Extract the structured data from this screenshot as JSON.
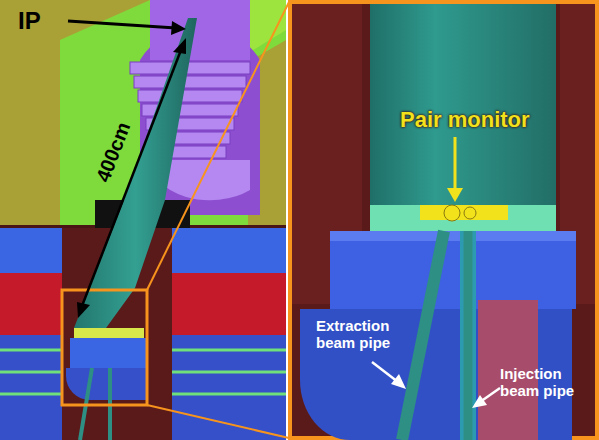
{
  "diagram": {
    "labels": [
      "IP",
      "400cm",
      "Pair monitor",
      "Extraction beam pipe",
      "Injection beam pipe"
    ]
  }
}
